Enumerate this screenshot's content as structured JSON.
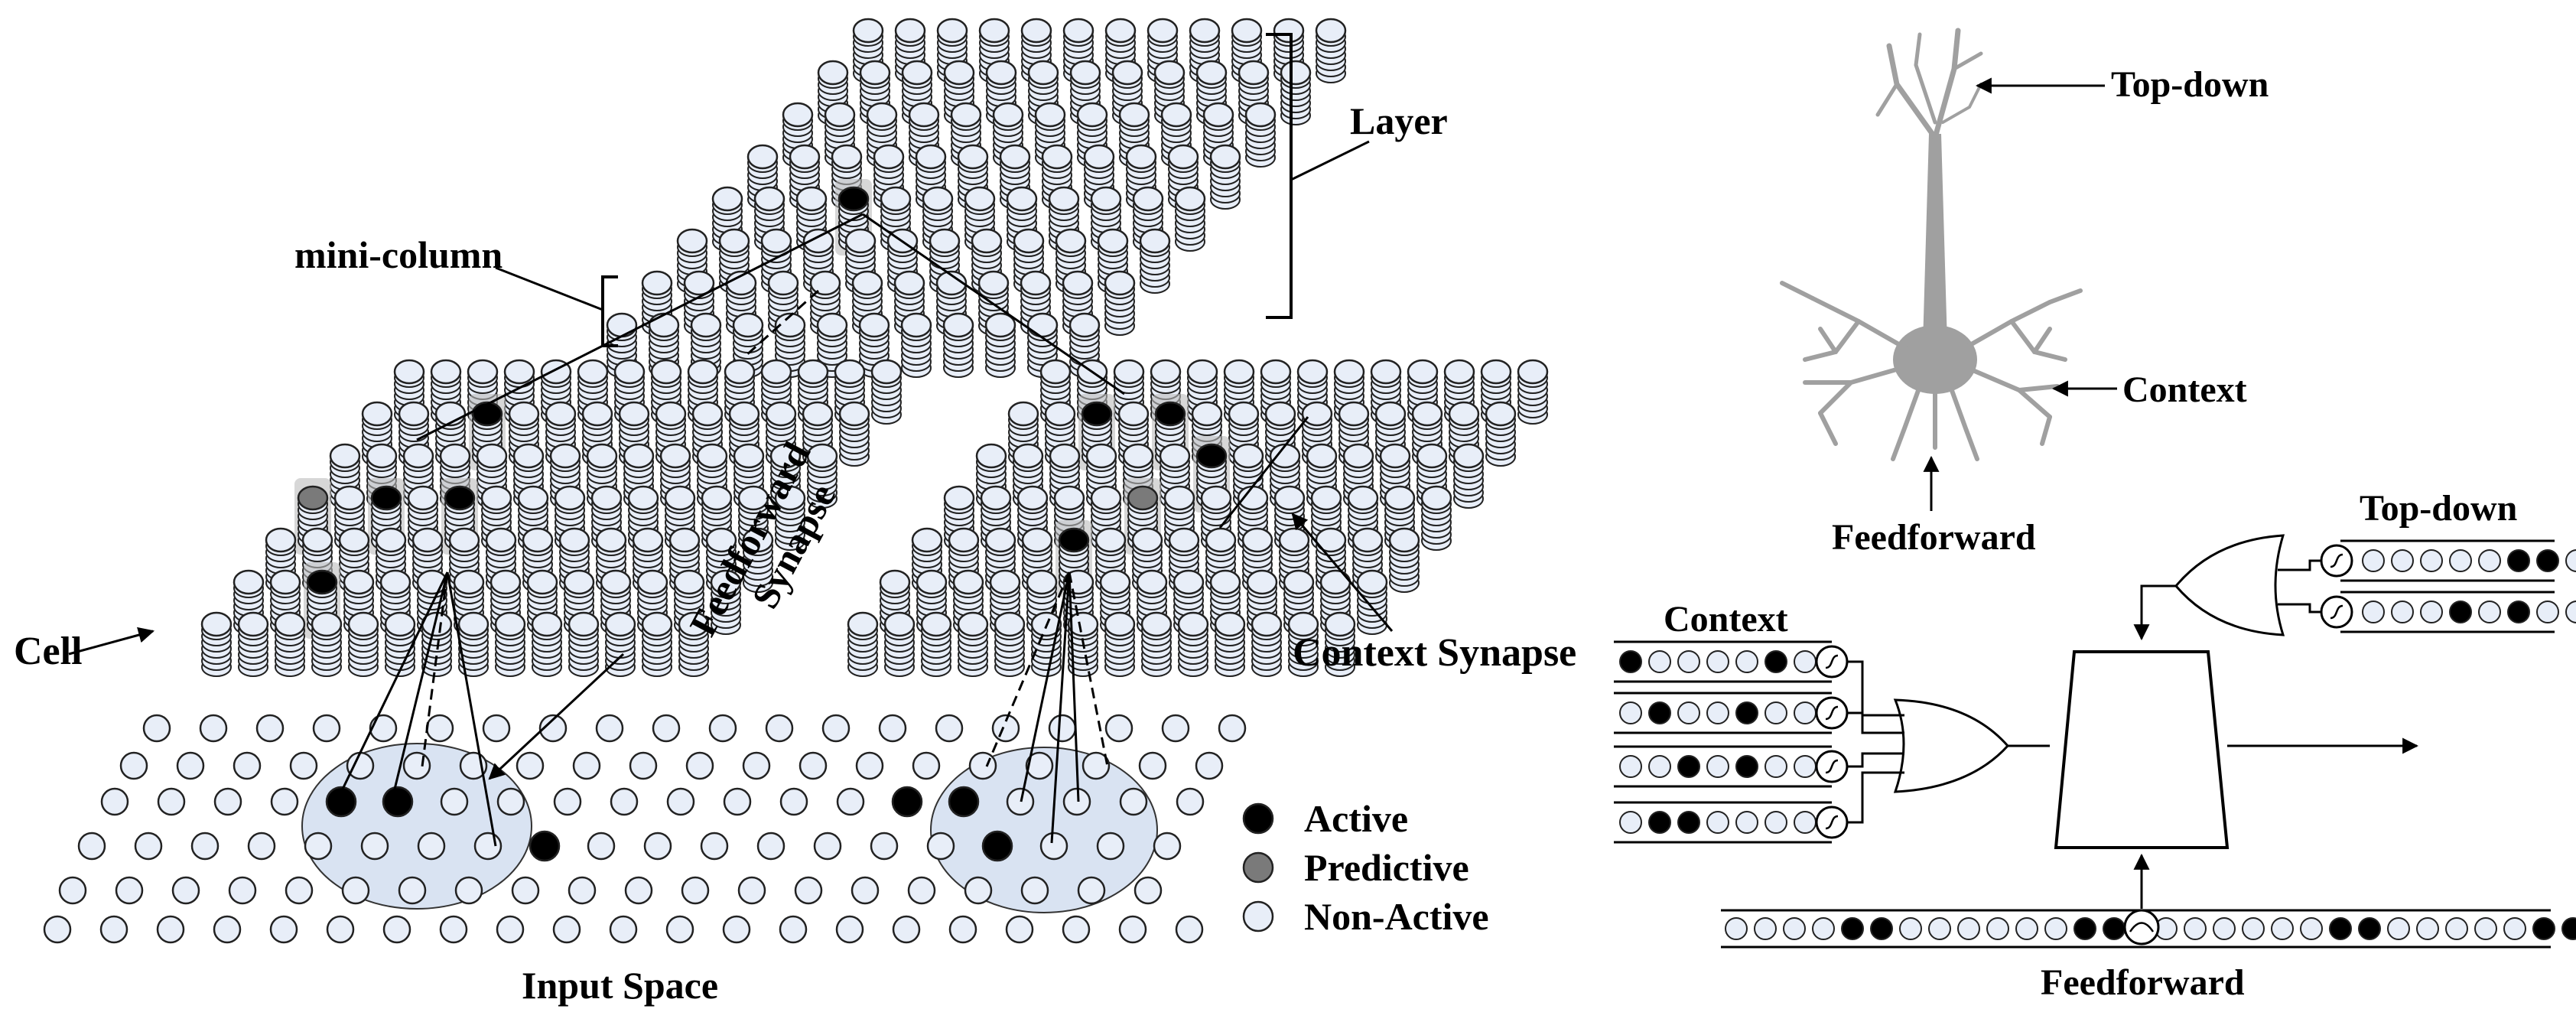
{
  "labels": {
    "layer": "Layer",
    "mini_column": "mini-column",
    "cell": "Cell",
    "feedforward_synapse": [
      "Feedforward",
      "Synapse"
    ],
    "context_synapse": "Context Synapse",
    "input_space": "Input Space",
    "neuron_top_down": "Top-down",
    "neuron_context": "Context",
    "neuron_feedforward": "Feedforward",
    "circuit_top_down": "Top-down",
    "circuit_context": "Context",
    "circuit_feedforward": "Feedforward"
  },
  "legend": [
    {
      "label": "Active",
      "state": "active"
    },
    {
      "label": "Predictive",
      "state": "predictive"
    },
    {
      "label": "Non-Active",
      "state": "nonactive"
    }
  ],
  "colors": {
    "active": "#000000",
    "predictive": "#7a7a7a",
    "nonactive": "#e8eef8",
    "dendrite": "#a0a0a0",
    "receptive_field": "#d9e3f2"
  },
  "patterns": {
    "context_rows": [
      [
        1,
        0,
        0,
        0,
        0,
        1,
        0
      ],
      [
        0,
        1,
        0,
        0,
        1,
        0,
        0
      ],
      [
        0,
        0,
        1,
        0,
        1,
        0,
        0
      ],
      [
        0,
        1,
        1,
        0,
        0,
        0,
        0
      ]
    ],
    "top_down_rows": [
      [
        0,
        0,
        0,
        0,
        0,
        1,
        1,
        0
      ],
      [
        0,
        0,
        0,
        1,
        0,
        1,
        0,
        0
      ]
    ],
    "feedforward_left": [
      0,
      0,
      0,
      0,
      1,
      1,
      0,
      0,
      0,
      0,
      0,
      0,
      1,
      1,
      0
    ],
    "feedforward_right": [
      0,
      0,
      0,
      0,
      0,
      0,
      1,
      1,
      0,
      0,
      0,
      0,
      0,
      1,
      1
    ]
  }
}
